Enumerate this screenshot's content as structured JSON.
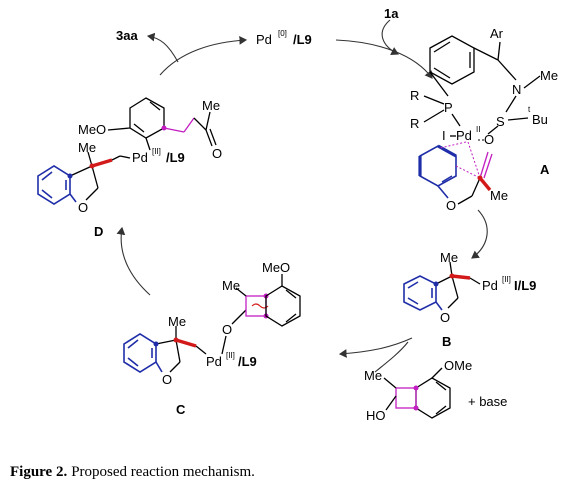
{
  "caption": {
    "figure_label": "Figure 2.",
    "text": " Proposed reaction mechanism."
  },
  "cycle": {
    "product": "3aa",
    "catalyst": {
      "pd": "Pd",
      "pd_ox": "[0]",
      "ligand": "/L9"
    },
    "substrate": "1a",
    "base": "+ base"
  },
  "intermediate_A": {
    "label": "A",
    "ar": "Ar",
    "n": "N",
    "me": "Me",
    "p": "P",
    "s": "S",
    "o": "O",
    "i": "I",
    "r1": "R",
    "r2": "R",
    "t": "t",
    "bu": "Bu",
    "pd": "Pd",
    "pd_ox": "II",
    "o_ring": "O",
    "me2": "Me"
  },
  "intermediate_B": {
    "label": "B",
    "me": "Me",
    "o": "O",
    "pd": "Pd",
    "pd_ox": "[II]",
    "suffix": "I/L9"
  },
  "intermediate_C": {
    "label": "C",
    "me": "Me",
    "o": "O",
    "ome": "MeO",
    "me2": "Me",
    "o_link": "O",
    "pd": "Pd",
    "pd_ox": "[II]",
    "ligand": "/L9"
  },
  "intermediate_D": {
    "label": "D",
    "meo": "MeO",
    "me": "Me",
    "o": "O",
    "me2": "Me",
    "o_ketone": "O",
    "pd": "Pd",
    "pd_ox": "[II]",
    "ligand": "/L9"
  },
  "reagent": {
    "me": "Me",
    "ho": "HO",
    "ome": "OMe"
  },
  "colors": {
    "blue": "#1f2ea8",
    "magenta": "#c21ec2",
    "red": "#d31a1a"
  }
}
